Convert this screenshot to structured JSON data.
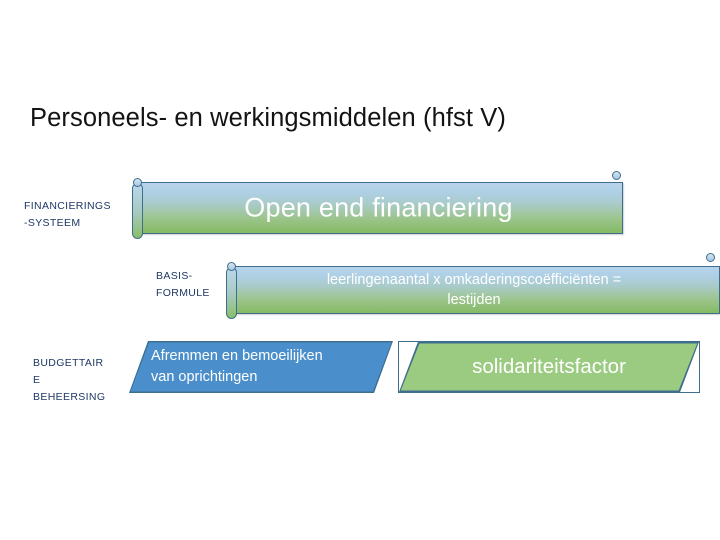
{
  "slide": {
    "title": "Personeels- en werkingsmiddelen (hfst V)",
    "background_color": "#ffffff"
  },
  "colors": {
    "title_text": "#131313",
    "stage_label_text": "#1F3864",
    "bar_outline": "#3E6E8E",
    "bar_gradient_top": "#B7D3EA",
    "bar_gradient_bottom": "#85BA63",
    "parallelogram_blue": "#4A8FCB",
    "parallelogram_green": "#9BCB80",
    "shape_text": "#FFFFFF"
  },
  "stage_labels": [
    {
      "name": "financieringssysteem",
      "lines": [
        "FINANCIERINGS",
        "-SYSTEEM"
      ],
      "line1": "FINANCIERINGS",
      "line2": "-SYSTEEM"
    },
    {
      "name": "basisformule",
      "lines": [
        "BASIS-",
        "FORMULE"
      ],
      "line1": "BASIS-",
      "line2": "FORMULE"
    },
    {
      "name": "budgettaire-beheersing",
      "lines": [
        "BUDGETTAIR",
        "E",
        "BEHEERSING"
      ],
      "line1": "BUDGETTAIR",
      "line2": "E",
      "line3": "BEHEERSING"
    }
  ],
  "bars": [
    {
      "name": "open-end-financiering",
      "text": "Open end financiering"
    },
    {
      "name": "basisformule-bar",
      "text": "leerlingenaantal x omkaderingscoëfficiënten = lestijden",
      "line1": "leerlingenaantal x omkaderingscoëfficiënten =",
      "line2": "lestijden"
    }
  ],
  "parallelograms": [
    {
      "name": "afremmen",
      "text": "Afremmen en bemoeilijken van oprichtingen",
      "line1": "Afremmen en bemoeilijken",
      "line2": "van oprichtingen",
      "fill": "#4A8FCB"
    },
    {
      "name": "solidariteitsfactor",
      "text": "solidariteitsfactor",
      "fill": "#9BCB80"
    }
  ]
}
